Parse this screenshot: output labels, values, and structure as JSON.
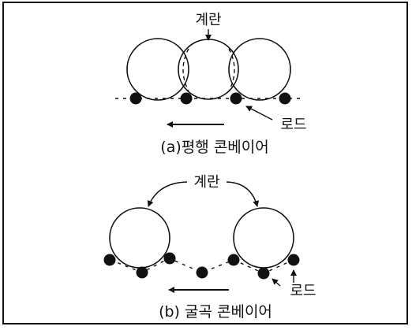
{
  "diagram": {
    "top": {
      "egg_label": "계란",
      "rod_label": "로드",
      "caption": "(a)평행 콘베이어"
    },
    "bottom": {
      "egg_label": "계란",
      "rod_label": "로드",
      "caption": "(b) 굴곡 콘베이어"
    }
  },
  "colors": {
    "ink": "#111111",
    "background": "#ffffff"
  }
}
